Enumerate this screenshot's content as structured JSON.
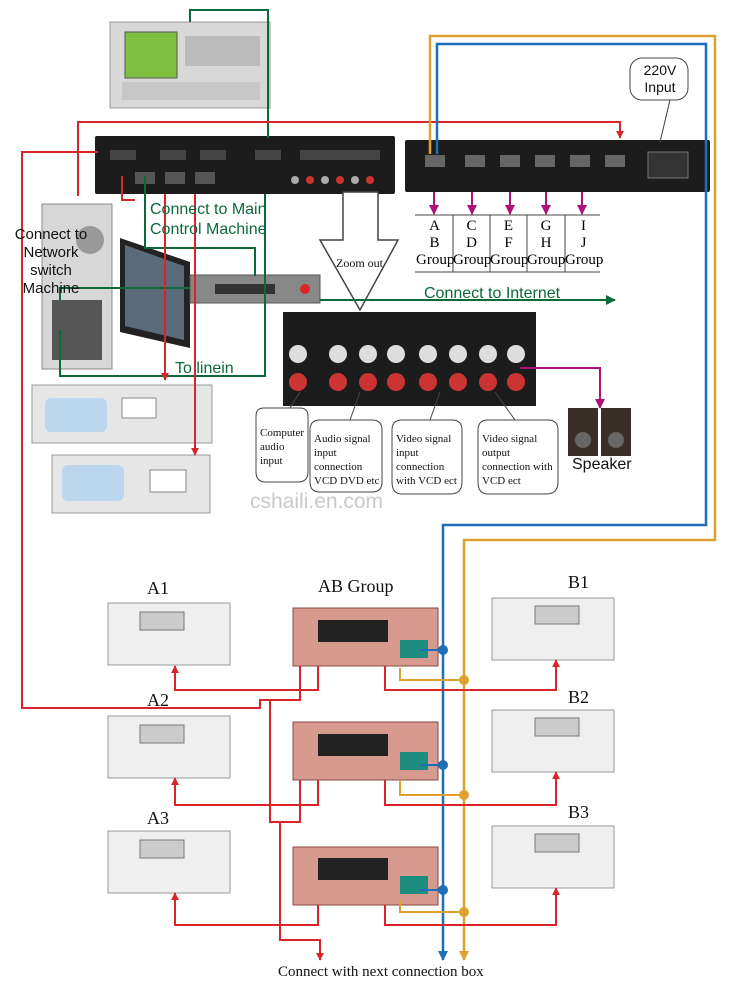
{
  "power": {
    "label": "220V Input"
  },
  "main_unit_labels": {
    "connect_main": "Connect to Main Control Machine",
    "connect_switch": "Connect to Network switch Machine",
    "connect_internet": "Connect to Internet",
    "to_linein": "To linein",
    "zoom_out": "Zoom out"
  },
  "groups": [
    {
      "top": "A",
      "bottom": "B",
      "label": "Group"
    },
    {
      "top": "C",
      "bottom": "D",
      "label": "Group"
    },
    {
      "top": "E",
      "bottom": "F",
      "label": "Group"
    },
    {
      "top": "G",
      "bottom": "H",
      "label": "Group"
    },
    {
      "top": "I",
      "bottom": "J",
      "label": "Group"
    }
  ],
  "callouts": {
    "computer_audio": "Computer audio input",
    "audio_input": "Audio signal input connection VCD DVD etc",
    "video_input": "Video signal input connection with VCD ect",
    "video_output": "Video signal output connection with VCD ect",
    "speaker": "Speaker"
  },
  "watermark": "cshaili.en.com",
  "units": {
    "a1": "A1",
    "a2": "A2",
    "a3": "A3",
    "b1": "B1",
    "b2": "B2",
    "b3": "B3",
    "ab_group": "AB Group"
  },
  "footer": "Connect with next connection box",
  "colors": {
    "red": "#d9252a",
    "green": "#0a6a3a",
    "blue": "#1f6fb8",
    "orange": "#e0a030",
    "device_dark": "#1c1c1c"
  }
}
